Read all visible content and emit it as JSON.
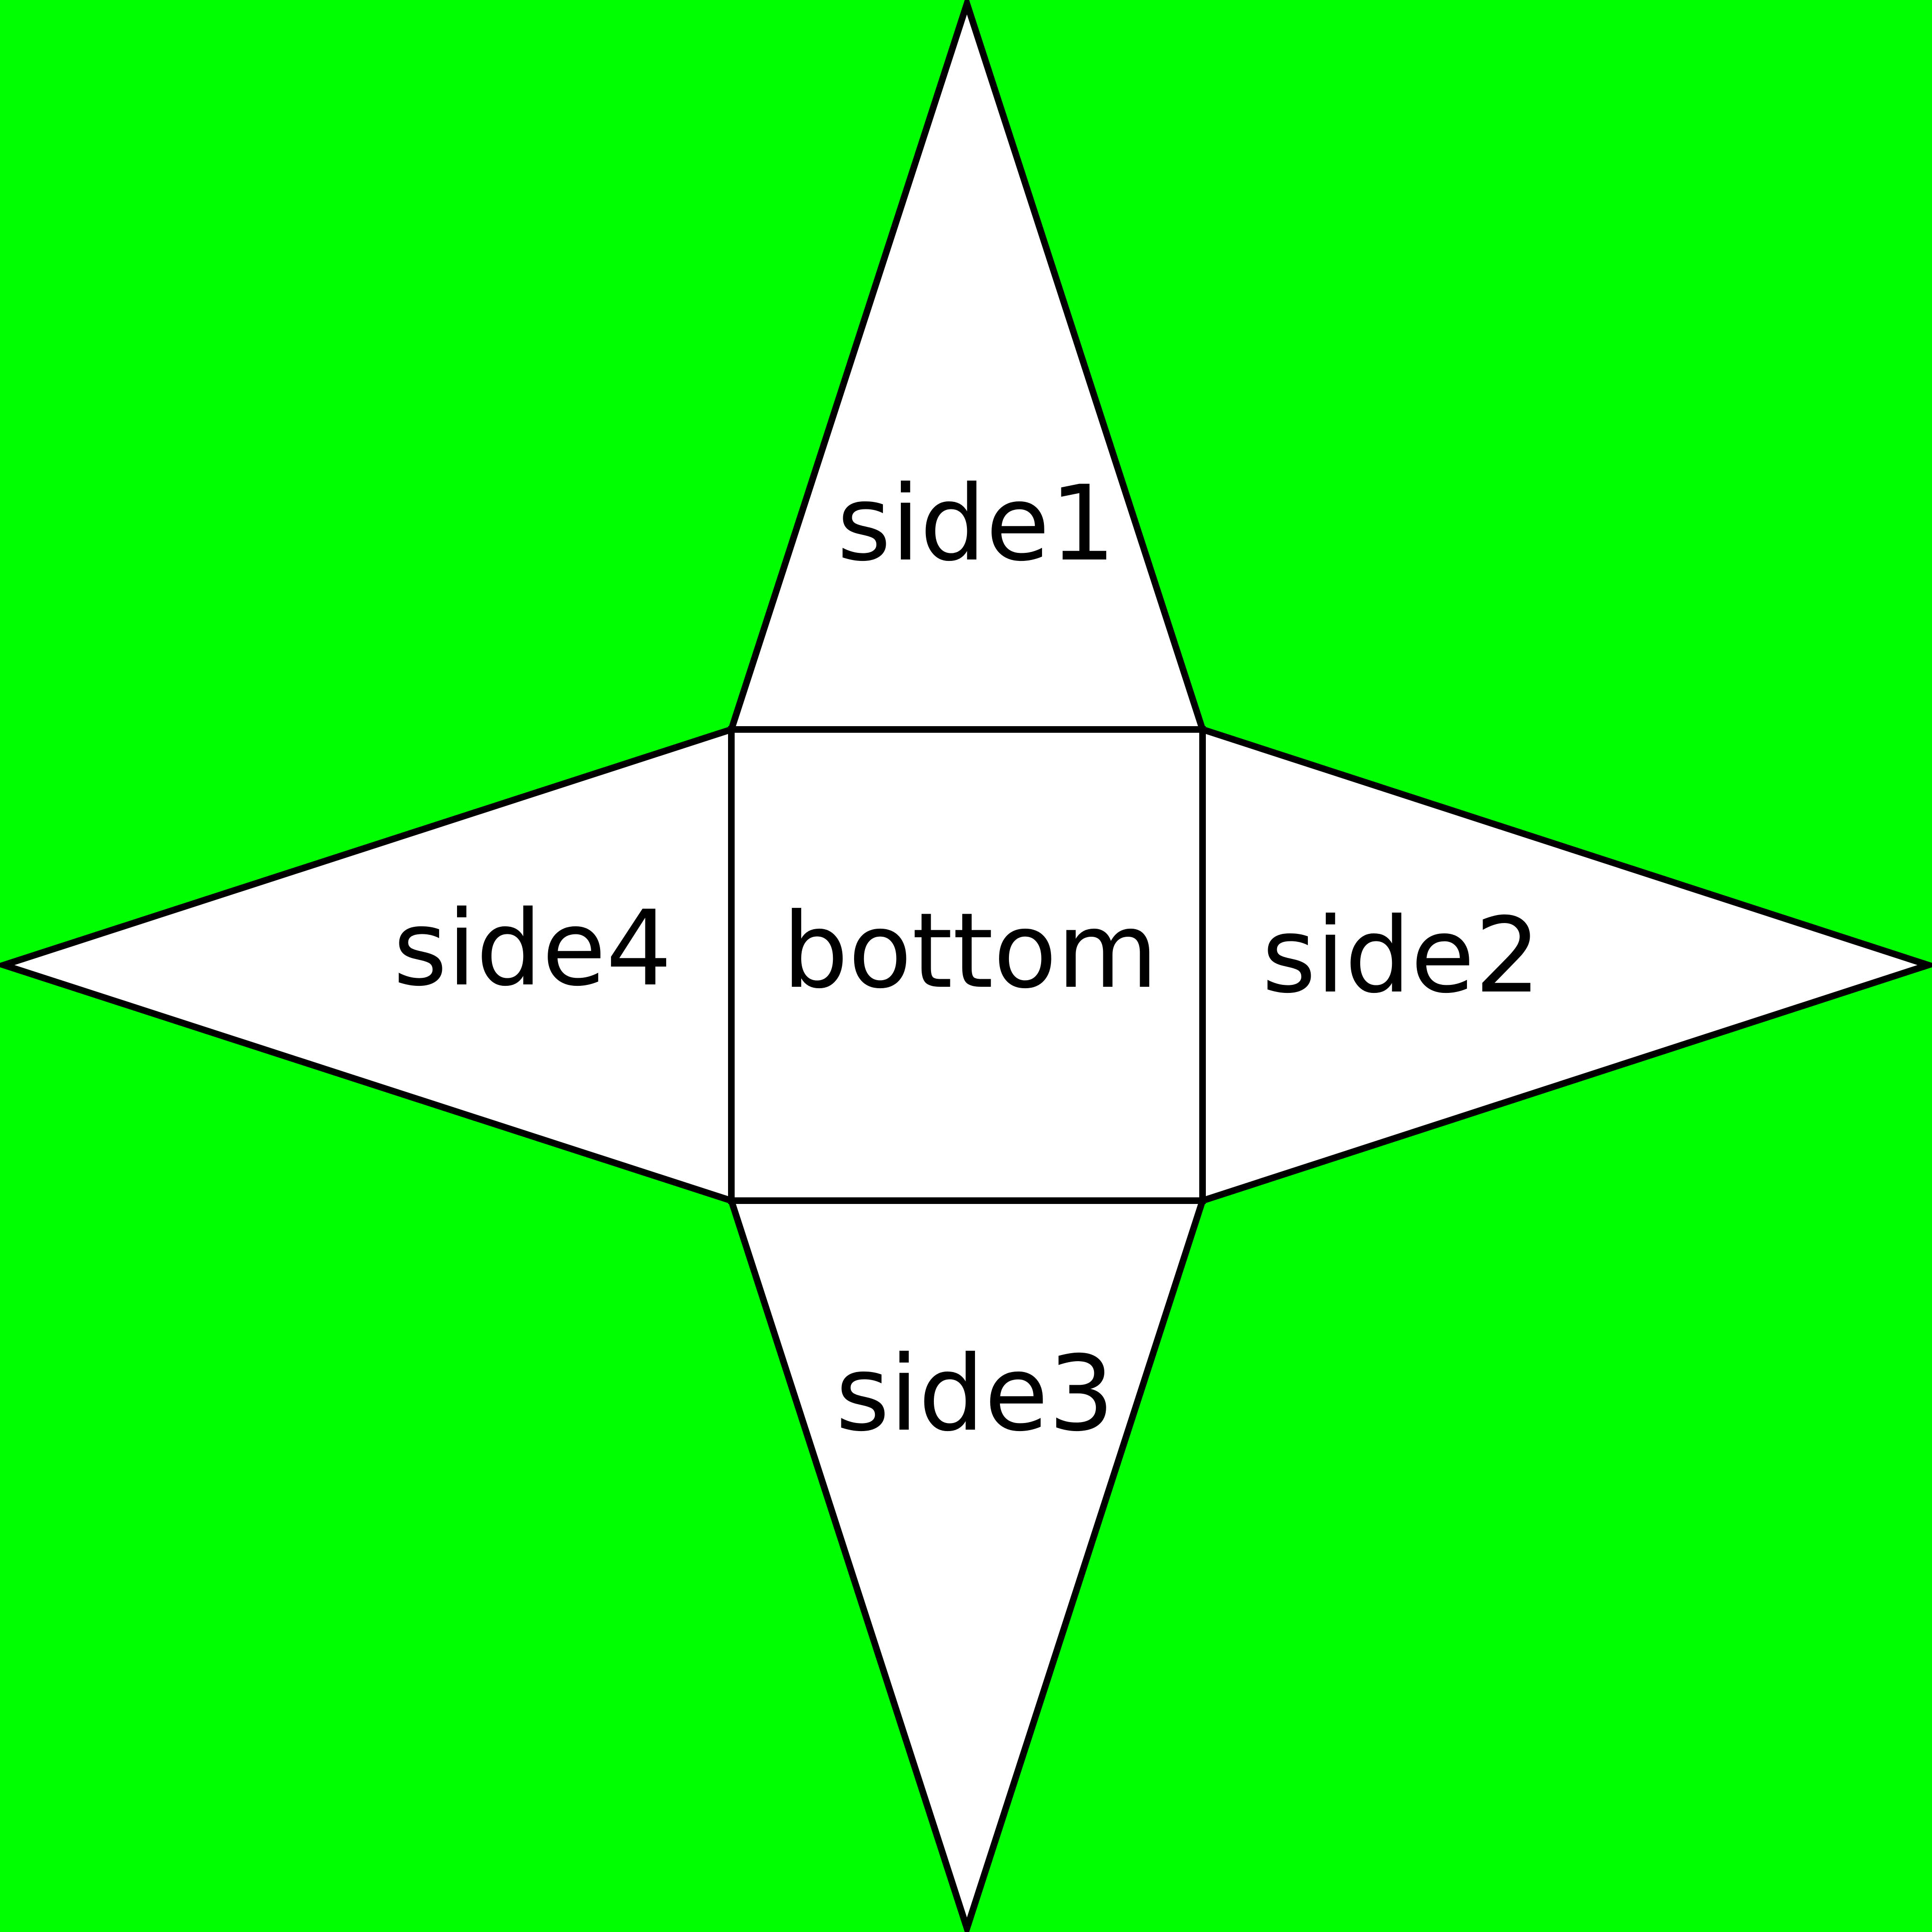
{
  "diagram": {
    "background_color": "#00ff00",
    "face_fill": "#ffffff",
    "line_color": "#000000",
    "faces": {
      "bottom": "bottom",
      "side1": "side1",
      "side2": "side2",
      "side3": "side3",
      "side4": "side4"
    }
  }
}
